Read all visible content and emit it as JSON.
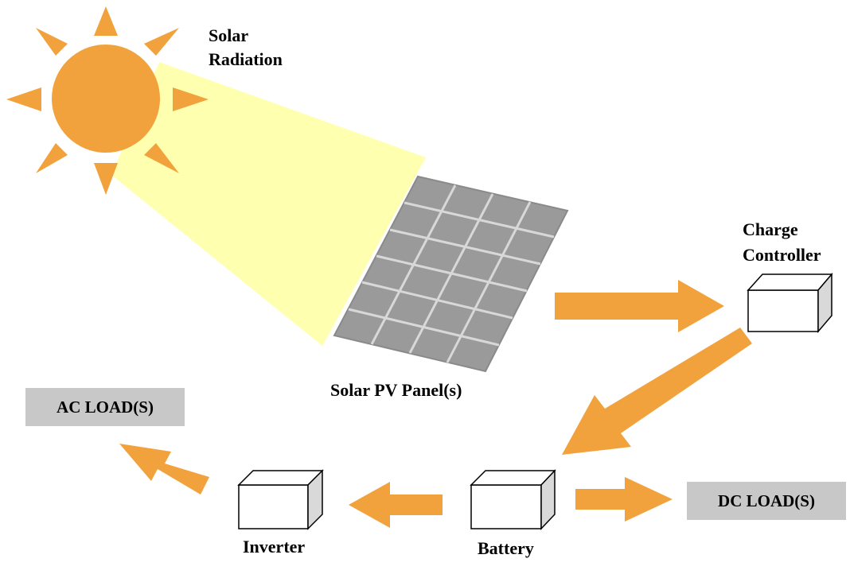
{
  "labels": {
    "solar_radiation_line1": "Solar",
    "solar_radiation_line2": "Radiation",
    "pv_panel": "Solar PV Panel(s)",
    "charge_controller_line1": "Charge",
    "charge_controller_line2": "Controller",
    "battery": "Battery",
    "inverter": "Inverter",
    "ac_load": "AC LOAD(S)",
    "dc_load": "DC LOAD(S)"
  },
  "colors": {
    "sun": "#f2a23c",
    "beam": "#ffffb0",
    "panel_cell": "#9a9a9a",
    "panel_grid": "#d8d8d8",
    "arrow": "#f2a23c",
    "load_box": "#c8c8c8",
    "box_face": "#ffffff",
    "box_side": "#d9d9d9"
  },
  "icons": {
    "sun": "sun-icon",
    "panel": "solar-panel-icon",
    "arrow": "arrow-icon",
    "component_box": "cube-icon"
  }
}
